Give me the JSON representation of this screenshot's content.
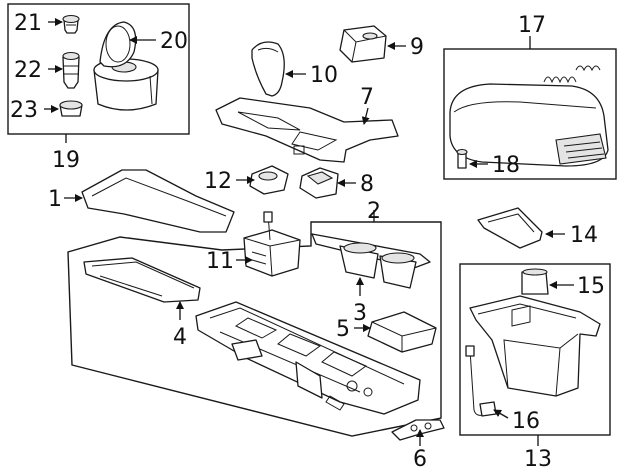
{
  "callouts": {
    "c1": "1",
    "c2": "2",
    "c3": "3",
    "c4": "4",
    "c5": "5",
    "c6": "6",
    "c7": "7",
    "c8": "8",
    "c9": "9",
    "c10": "10",
    "c11": "11",
    "c12": "12",
    "c13": "13",
    "c14": "14",
    "c15": "15",
    "c16": "16",
    "c17": "17",
    "c18": "18",
    "c19": "19",
    "c20": "20",
    "c21": "21",
    "c22": "22",
    "c23": "23"
  },
  "colors": {
    "line": "#1a1a1a",
    "background": "#ffffff",
    "shade": "#e4e4e4"
  }
}
